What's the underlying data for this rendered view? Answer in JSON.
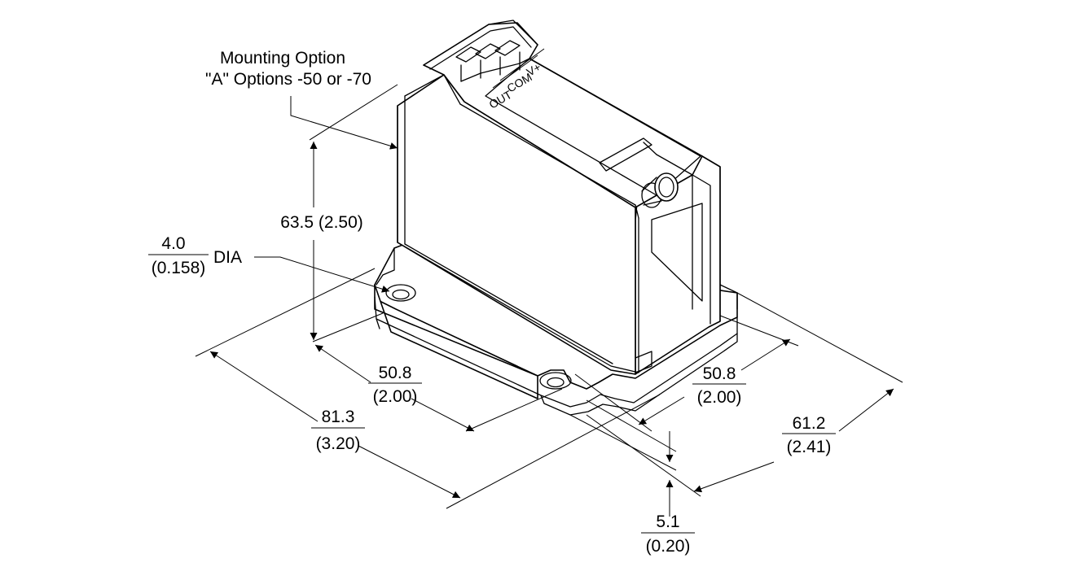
{
  "callouts": {
    "mounting_line1": "Mounting Option",
    "mounting_line2": "\"A\" Options -50 or -70",
    "dia_word": "DIA"
  },
  "terminals": [
    "V+",
    "COM",
    "OUT"
  ],
  "dimensions": {
    "height": "63.5 (2.50)",
    "hole_dia_mm": "4.0",
    "hole_dia_in": "(0.158)",
    "width_front_mm": "50.8",
    "width_front_in": "(2.00)",
    "length_mm": "81.3",
    "length_in": "(3.20)",
    "width_right_mm": "50.8",
    "width_right_in": "(2.00)",
    "depth_mm": "61.2",
    "depth_in": "(2.41)",
    "flange_mm": "5.1",
    "flange_in": "(0.20)"
  }
}
